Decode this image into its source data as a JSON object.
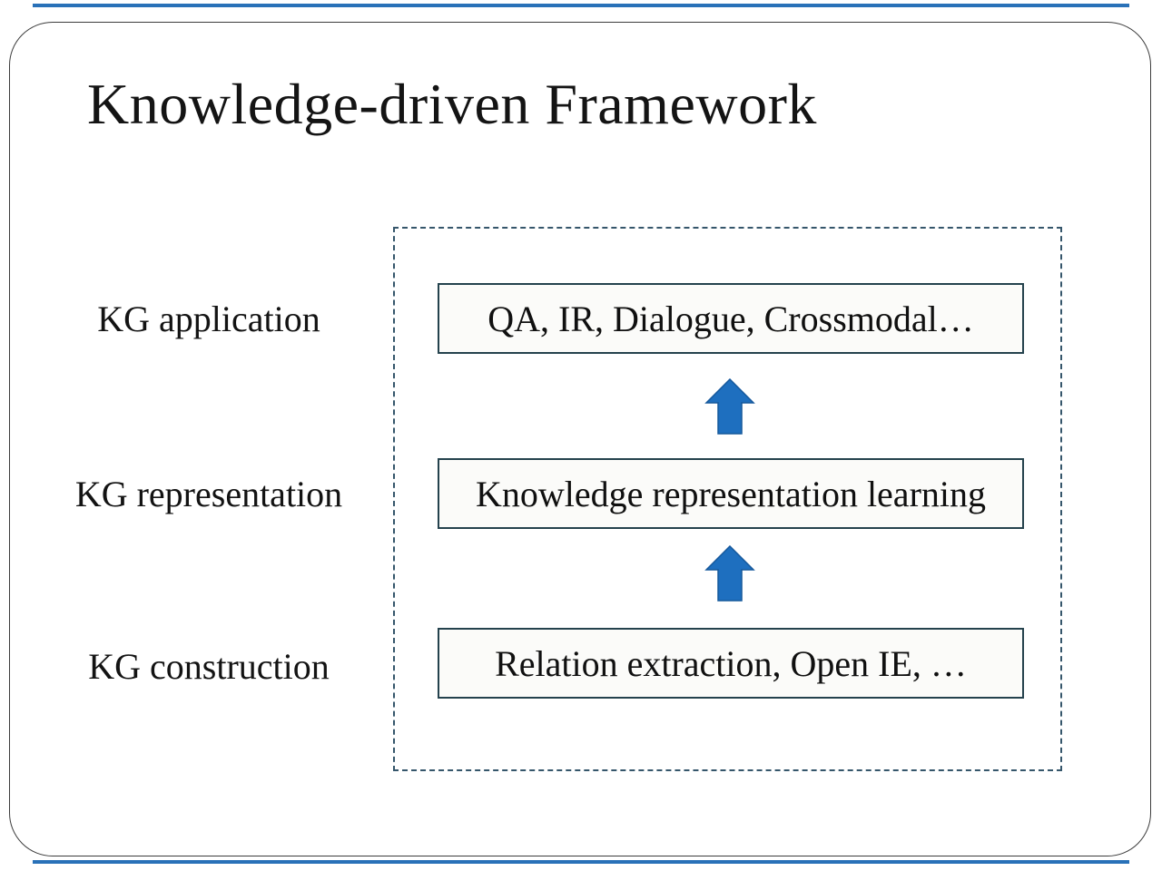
{
  "slide": {
    "title": "Knowledge-driven Framework"
  },
  "colors": {
    "accent_blue": "#2971b8",
    "dashed_border": "#35566b",
    "box_border": "#24424d",
    "box_fill": "#fbfbf9",
    "arrow_fill": "#1e6fbf",
    "arrow_stroke": "#15589c"
  },
  "diagram": {
    "rows": [
      {
        "label": "KG application",
        "box": "QA, IR, Dialogue, Crossmodal…"
      },
      {
        "label": "KG representation",
        "box": "Knowledge representation learning"
      },
      {
        "label": "KG construction",
        "box": "Relation extraction, Open IE, …"
      }
    ],
    "arrows": [
      {
        "name": "up-arrow"
      },
      {
        "name": "up-arrow"
      }
    ]
  }
}
